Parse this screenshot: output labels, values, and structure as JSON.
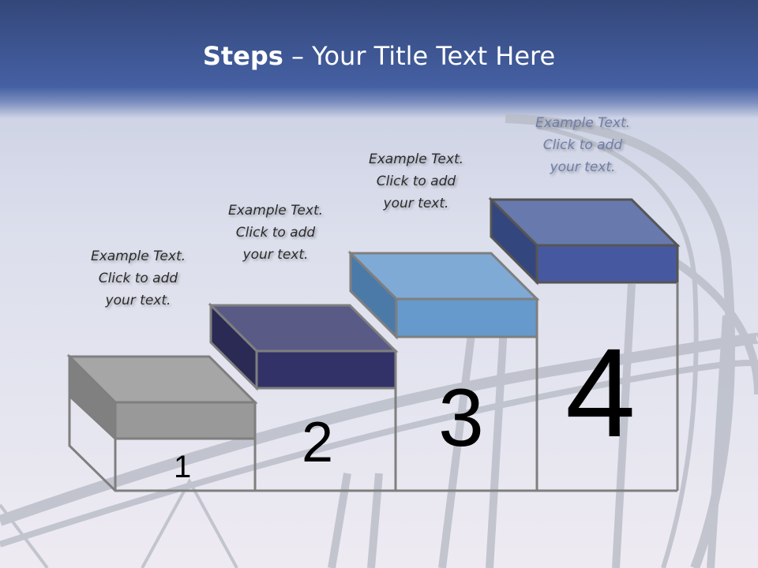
{
  "title": {
    "bold": "Steps",
    "rest": " – Your Title Text Here"
  },
  "steps": [
    {
      "number": "1",
      "text": [
        "Example Text.",
        "Click  to add",
        "your text."
      ]
    },
    {
      "number": "2",
      "text": [
        "Example Text.",
        "Click  to add",
        "your text."
      ]
    },
    {
      "number": "3",
      "text": [
        "Example Text.",
        "Click  to add",
        "your text."
      ]
    },
    {
      "number": "4",
      "text": [
        "Example Text.",
        "Click  to add",
        "your text."
      ]
    }
  ],
  "colors": {
    "step1": "#a6a6a6",
    "step2": "#5a5a87",
    "step3": "#7faad6",
    "step4": "#6779ad"
  }
}
